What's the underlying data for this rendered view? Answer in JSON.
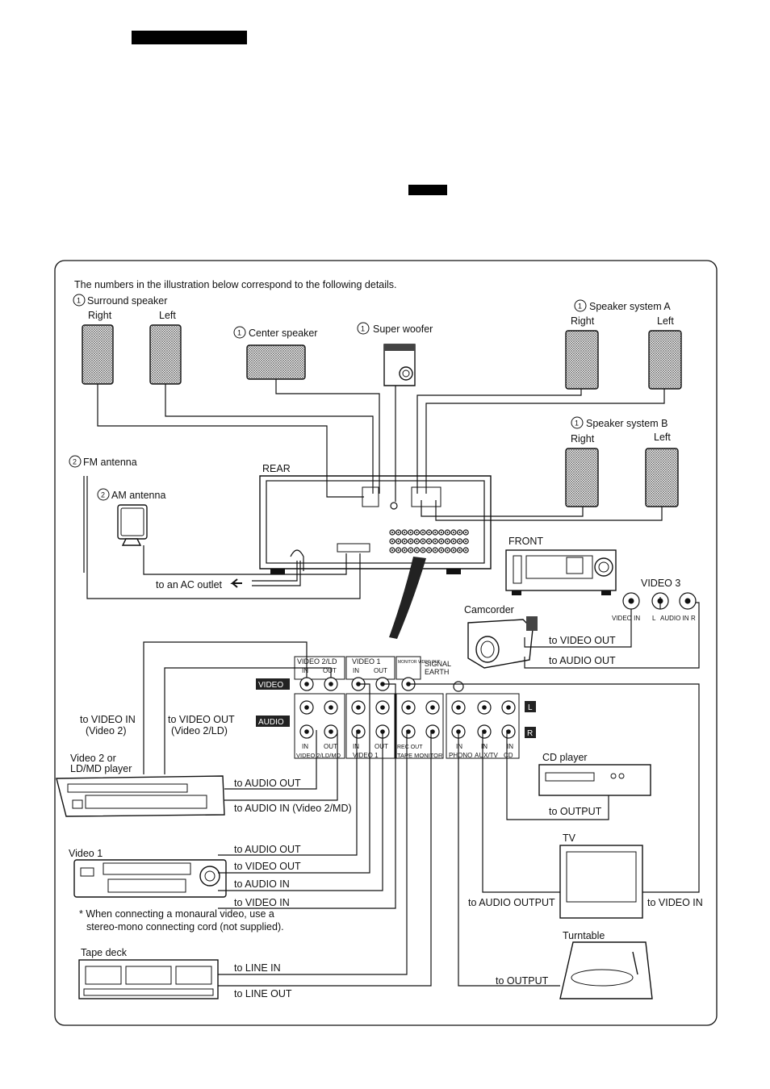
{
  "intro": "The numbers in the illustration below correspond to the following details.",
  "speakers": {
    "surround": "Surround speaker",
    "right": "Right",
    "left": "Left",
    "center": "Center speaker",
    "woofer": "Super woofer",
    "system_a": "Speaker system A",
    "system_b": "Speaker system B",
    "num": "1"
  },
  "antenna": {
    "fm": "FM antenna",
    "am": "AM antenna",
    "num": "2"
  },
  "unit": {
    "rear": "REAR",
    "front": "FRONT",
    "ac": "to an AC outlet"
  },
  "panel": {
    "video2": "VIDEO 2/LD",
    "video1": "VIDEO 1",
    "monitor": "MONITOR VIDEO OUT",
    "in": "IN",
    "out": "OUT",
    "video_tag": "VIDEO",
    "audio_tag": "AUDIO",
    "signal": "SIGNAL",
    "earth": "EARTH",
    "l": "L",
    "r": "R",
    "rec_out": "REC OUT",
    "video2md": "VIDEO 2/LD/MD",
    "tape_monitor": "TAPE MONITOR",
    "phono": "PHONO",
    "aux_tv": "AUX/TV",
    "cd": "CD"
  },
  "video3": {
    "title": "VIDEO 3",
    "video_in": "VIDEO IN",
    "l": "L",
    "audio_in": "AUDIO IN",
    "r": "R"
  },
  "camcorder": {
    "name": "Camcorder",
    "video_out": "to VIDEO OUT",
    "audio_out": "to AUDIO OUT"
  },
  "left_labels": {
    "video_in": "to VIDEO IN",
    "video_in_sub": "(Video 2)",
    "video_out": "to VIDEO OUT",
    "video_out_sub": "(Video 2/LD)"
  },
  "video2_player": {
    "name1": "Video 2 or",
    "name2": "LD/MD player",
    "audio_out": "to AUDIO OUT",
    "audio_in": "to AUDIO IN (Video 2/MD)"
  },
  "video1": {
    "name": "Video 1",
    "audio_out": "to AUDIO OUT",
    "video_out": "to VIDEO OUT",
    "audio_in": "to AUDIO IN",
    "video_in": "to VIDEO IN",
    "note1": "* When connecting a monaural video, use a",
    "note2": "stereo-mono connecting cord (not supplied)."
  },
  "tape_deck": {
    "name": "Tape deck",
    "line_in": "to LINE IN",
    "line_out": "to LINE OUT"
  },
  "cd_player": {
    "name": "CD player",
    "output": "to OUTPUT"
  },
  "tv": {
    "name": "TV",
    "audio_output": "to AUDIO OUTPUT",
    "video_in": "to VIDEO IN"
  },
  "turntable": {
    "name": "Turntable",
    "output": "to OUTPUT"
  }
}
